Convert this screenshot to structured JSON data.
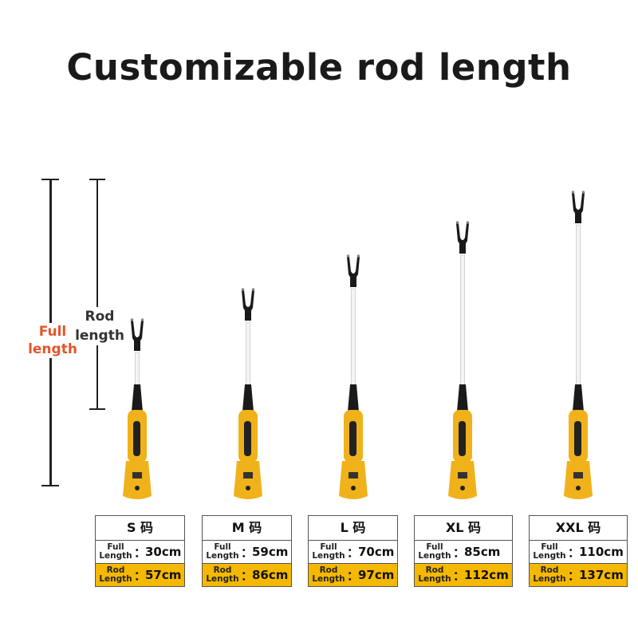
{
  "title": "Customizable rod length",
  "measure": {
    "full_label_line1": "Full",
    "full_label_line2": "length",
    "rod_label_line1": "Rod",
    "rod_label_line2": "length"
  },
  "colors": {
    "accent_full": "#e2562a",
    "highlight": "#f5b800",
    "tool_body": "#f0b21a",
    "rod": "#f4f4f4",
    "fork": "#1a1a1a"
  },
  "sizes": [
    {
      "name": "S 码",
      "full_label": [
        "Full",
        "Length"
      ],
      "full_value": "30cm",
      "rod_label": [
        "Rod",
        "Length"
      ],
      "rod_value": "57cm",
      "colon": "："
    },
    {
      "name": "M 码",
      "full_label": [
        "Full",
        "Length"
      ],
      "full_value": "59cm",
      "rod_label": [
        "Rod",
        "Length"
      ],
      "rod_value": "86cm",
      "colon": "："
    },
    {
      "name": "L 码",
      "full_label": [
        "Full",
        "Length"
      ],
      "full_value": "70cm",
      "rod_label": [
        "Rod",
        "Length"
      ],
      "rod_value": "97cm",
      "colon": "："
    },
    {
      "name": "XL 码",
      "full_label": [
        "Full",
        "Length"
      ],
      "full_value": "85cm",
      "rod_label": [
        "Rod",
        "Length"
      ],
      "rod_value": "112cm",
      "colon": "："
    },
    {
      "name": "XXL 码",
      "full_label": [
        "Full",
        "Length"
      ],
      "full_value": "110cm",
      "rod_label": [
        "Rod",
        "Length"
      ],
      "rod_value": "137cm",
      "colon": "："
    }
  ]
}
